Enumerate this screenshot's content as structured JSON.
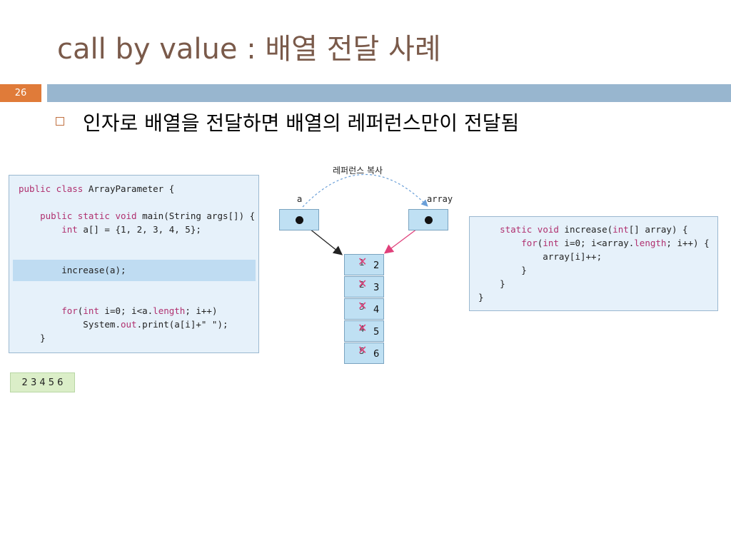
{
  "slide": {
    "title": "call by value : 배열 전달 사례",
    "page_number": "26",
    "bullet": "인자로 배열을 전달하면 배열의 레퍼런스만이 전달됨"
  },
  "left_code": [
    {
      "parts": [
        {
          "k": true,
          "t": "public class"
        },
        {
          "k": false,
          "t": " ArrayParameter {"
        }
      ]
    },
    {
      "parts": [
        {
          "k": false,
          "t": ""
        }
      ]
    },
    {
      "parts": [
        {
          "k": false,
          "t": "    "
        },
        {
          "k": true,
          "t": "public static void"
        },
        {
          "k": false,
          "t": " main(String args[]) {"
        }
      ]
    },
    {
      "parts": [
        {
          "k": false,
          "t": "        "
        },
        {
          "k": true,
          "t": "int"
        },
        {
          "k": false,
          "t": " a[] = {1, 2, 3, 4, 5};"
        }
      ]
    },
    {
      "parts": [
        {
          "k": false,
          "t": ""
        }
      ]
    },
    {
      "parts": [
        {
          "k": false,
          "t": ""
        }
      ]
    },
    {
      "parts": [
        {
          "k": false,
          "t": "        increase(a);"
        }
      ]
    },
    {
      "parts": [
        {
          "k": false,
          "t": ""
        }
      ]
    },
    {
      "parts": [
        {
          "k": false,
          "t": ""
        }
      ]
    },
    {
      "parts": [
        {
          "k": false,
          "t": "        "
        },
        {
          "k": true,
          "t": "for"
        },
        {
          "k": false,
          "t": "("
        },
        {
          "k": true,
          "t": "int"
        },
        {
          "k": false,
          "t": " i=0; i<a."
        },
        {
          "k": true,
          "t": "length"
        },
        {
          "k": false,
          "t": "; i++)"
        }
      ]
    },
    {
      "parts": [
        {
          "k": false,
          "t": "            System."
        },
        {
          "k": true,
          "t": "out"
        },
        {
          "k": false,
          "t": ".print(a[i]+\" \");"
        }
      ]
    },
    {
      "parts": [
        {
          "k": false,
          "t": "    }"
        }
      ]
    }
  ],
  "right_code": [
    {
      "parts": [
        {
          "k": false,
          "t": "    "
        },
        {
          "k": true,
          "t": "static void"
        },
        {
          "k": false,
          "t": " increase("
        },
        {
          "k": true,
          "t": "int"
        },
        {
          "k": false,
          "t": "[] array) {"
        }
      ]
    },
    {
      "parts": [
        {
          "k": false,
          "t": "        "
        },
        {
          "k": true,
          "t": "for"
        },
        {
          "k": false,
          "t": "("
        },
        {
          "k": true,
          "t": "int"
        },
        {
          "k": false,
          "t": " i=0; i<array."
        },
        {
          "k": true,
          "t": "length"
        },
        {
          "k": false,
          "t": "; i++) {"
        }
      ]
    },
    {
      "parts": [
        {
          "k": false,
          "t": "            array[i]++;"
        }
      ]
    },
    {
      "parts": [
        {
          "k": false,
          "t": "        }"
        }
      ]
    },
    {
      "parts": [
        {
          "k": false,
          "t": "    }"
        }
      ]
    },
    {
      "parts": [
        {
          "k": false,
          "t": "}"
        }
      ]
    }
  ],
  "output": "2 3 4 5 6",
  "diagram": {
    "copy_label": "레퍼런스 복사",
    "var_a": "a",
    "var_array": "array",
    "cells": [
      {
        "old": "1",
        "new": "2"
      },
      {
        "old": "2",
        "new": "3"
      },
      {
        "old": "3",
        "new": "4"
      },
      {
        "old": "4",
        "new": "5"
      },
      {
        "old": "5",
        "new": "6"
      }
    ],
    "colors": {
      "arrow_a": "#222222",
      "arrow_array": "#e0407a",
      "copy_arc": "#6a9fd8"
    }
  }
}
